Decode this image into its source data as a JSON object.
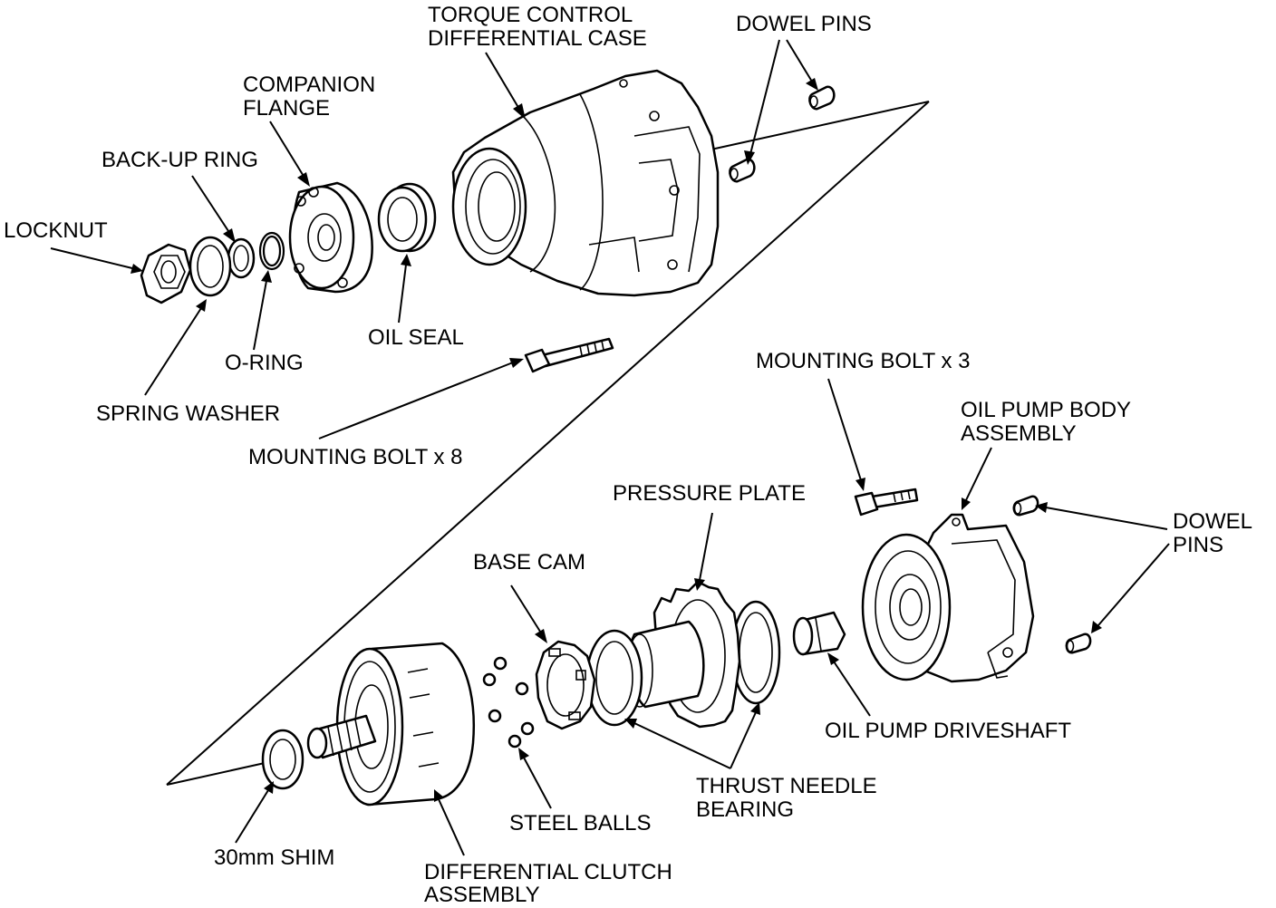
{
  "labels": {
    "tc_case_1": "TORQUE CONTROL",
    "tc_case_2": "DIFFERENTIAL CASE",
    "dowel_pins_top": "DOWEL PINS",
    "companion_1": "COMPANION",
    "companion_2": "FLANGE",
    "backup_ring": "BACK-UP RING",
    "locknut": "LOCKNUT",
    "oil_seal": "OIL SEAL",
    "o_ring": "O-RING",
    "spring_washer": "SPRING WASHER",
    "mounting_bolt_8": "MOUNTING BOLT x 8",
    "mounting_bolt_3": "MOUNTING BOLT x 3",
    "oil_pump_body_1": "OIL PUMP BODY",
    "oil_pump_body_2": "ASSEMBLY",
    "pressure_plate": "PRESSURE PLATE",
    "dowel_pins_right_1": "DOWEL",
    "dowel_pins_right_2": "PINS",
    "base_cam": "BASE CAM",
    "oil_pump_driveshaft": "OIL PUMP DRIVESHAFT",
    "thrust_1": "THRUST NEEDLE",
    "thrust_2": "BEARING",
    "steel_balls": "STEEL BALLS",
    "shim": "30mm SHIM",
    "diff_clutch_1": "DIFFERENTIAL CLUTCH",
    "diff_clutch_2": "ASSEMBLY"
  }
}
